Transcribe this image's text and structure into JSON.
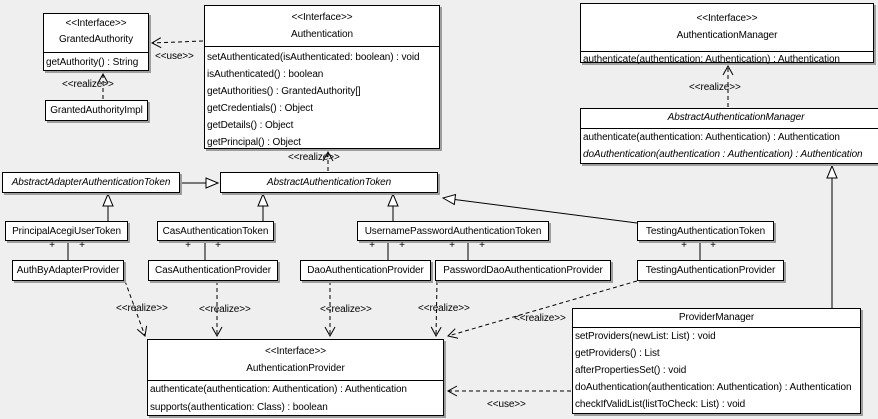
{
  "labels": {
    "use": "<<use>>",
    "realize": "<<realize>>",
    "plus": "+"
  },
  "colors": {
    "background": "#efefef",
    "box_fill": "#ffffff",
    "line": "#000000",
    "shadow": "#9e9e9e"
  },
  "classes": {
    "grantedAuthority": {
      "stereotype": "<<Interface>>",
      "name": "GrantedAuthority",
      "methods": [
        "getAuthority() : String"
      ]
    },
    "grantedAuthorityImpl": {
      "name": "GrantedAuthorityImpl"
    },
    "authentication": {
      "stereotype": "<<Interface>>",
      "name": "Authentication",
      "methods": [
        "setAuthenticated(isAuthenticated: boolean) : void",
        "isAuthenticated() : boolean",
        "getAuthorities() : GrantedAuthority[]",
        "getCredentials() : Object",
        "getDetails() : Object",
        "getPrincipal() : Object"
      ]
    },
    "authenticationManager": {
      "stereotype": "<<Interface>>",
      "name": "AuthenticationManager",
      "methods": [
        "authenticate(authentication: Authentication) : Authentication"
      ]
    },
    "abstractAuthenticationManager": {
      "name": "AbstractAuthenticationManager",
      "methods": [
        "authenticate(authentication: Authentication) : Authentication",
        "doAuthentication(authentication : Authentication) : Authentication"
      ]
    },
    "abstractAdapterAuthenticationToken": {
      "name": "AbstractAdapterAuthenticationToken"
    },
    "abstractAuthenticationToken": {
      "name": "AbstractAuthenticationToken"
    },
    "principalAcegiUserToken": {
      "name": "PrincipalAcegiUserToken"
    },
    "casAuthenticationToken": {
      "name": "CasAuthenticationToken"
    },
    "usernamePasswordAuthenticationToken": {
      "name": "UsernamePasswordAuthenticationToken"
    },
    "testingAuthenticationToken": {
      "name": "TestingAuthenticationToken"
    },
    "authByAdapterProvider": {
      "name": "AuthByAdapterProvider"
    },
    "casAuthenticationProvider": {
      "name": "CasAuthenticationProvider"
    },
    "daoAuthenticationProvider": {
      "name": "DaoAuthenticationProvider"
    },
    "passwordDaoAuthenticationProvider": {
      "name": "PasswordDaoAuthenticationProvider"
    },
    "testingAuthenticationProvider": {
      "name": "TestingAuthenticationProvider"
    },
    "authenticationProvider": {
      "stereotype": "<<Interface>>",
      "name": "AuthenticationProvider",
      "methods": [
        "authenticate(authentication: Authentication) : Authentication",
        "supports(authentication: Class) : boolean"
      ]
    },
    "providerManager": {
      "name": "ProviderManager",
      "methods": [
        "setProviders(newList: List) : void",
        "getProviders() : List",
        "afterPropertiesSet() : void",
        "doAuthentication(authentication: Authentication) : Authentication",
        "checkIfValidList(listToCheck: List) : void"
      ]
    }
  }
}
